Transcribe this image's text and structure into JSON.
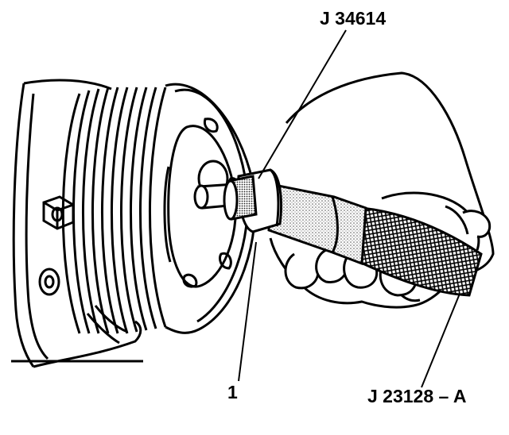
{
  "callouts": {
    "tool_top": "J 34614",
    "item_number": "1",
    "tool_bottom": "J 23128 – A"
  },
  "colors": {
    "ink": "#000000",
    "paper": "#ffffff",
    "shade": "#bdbdbd"
  }
}
